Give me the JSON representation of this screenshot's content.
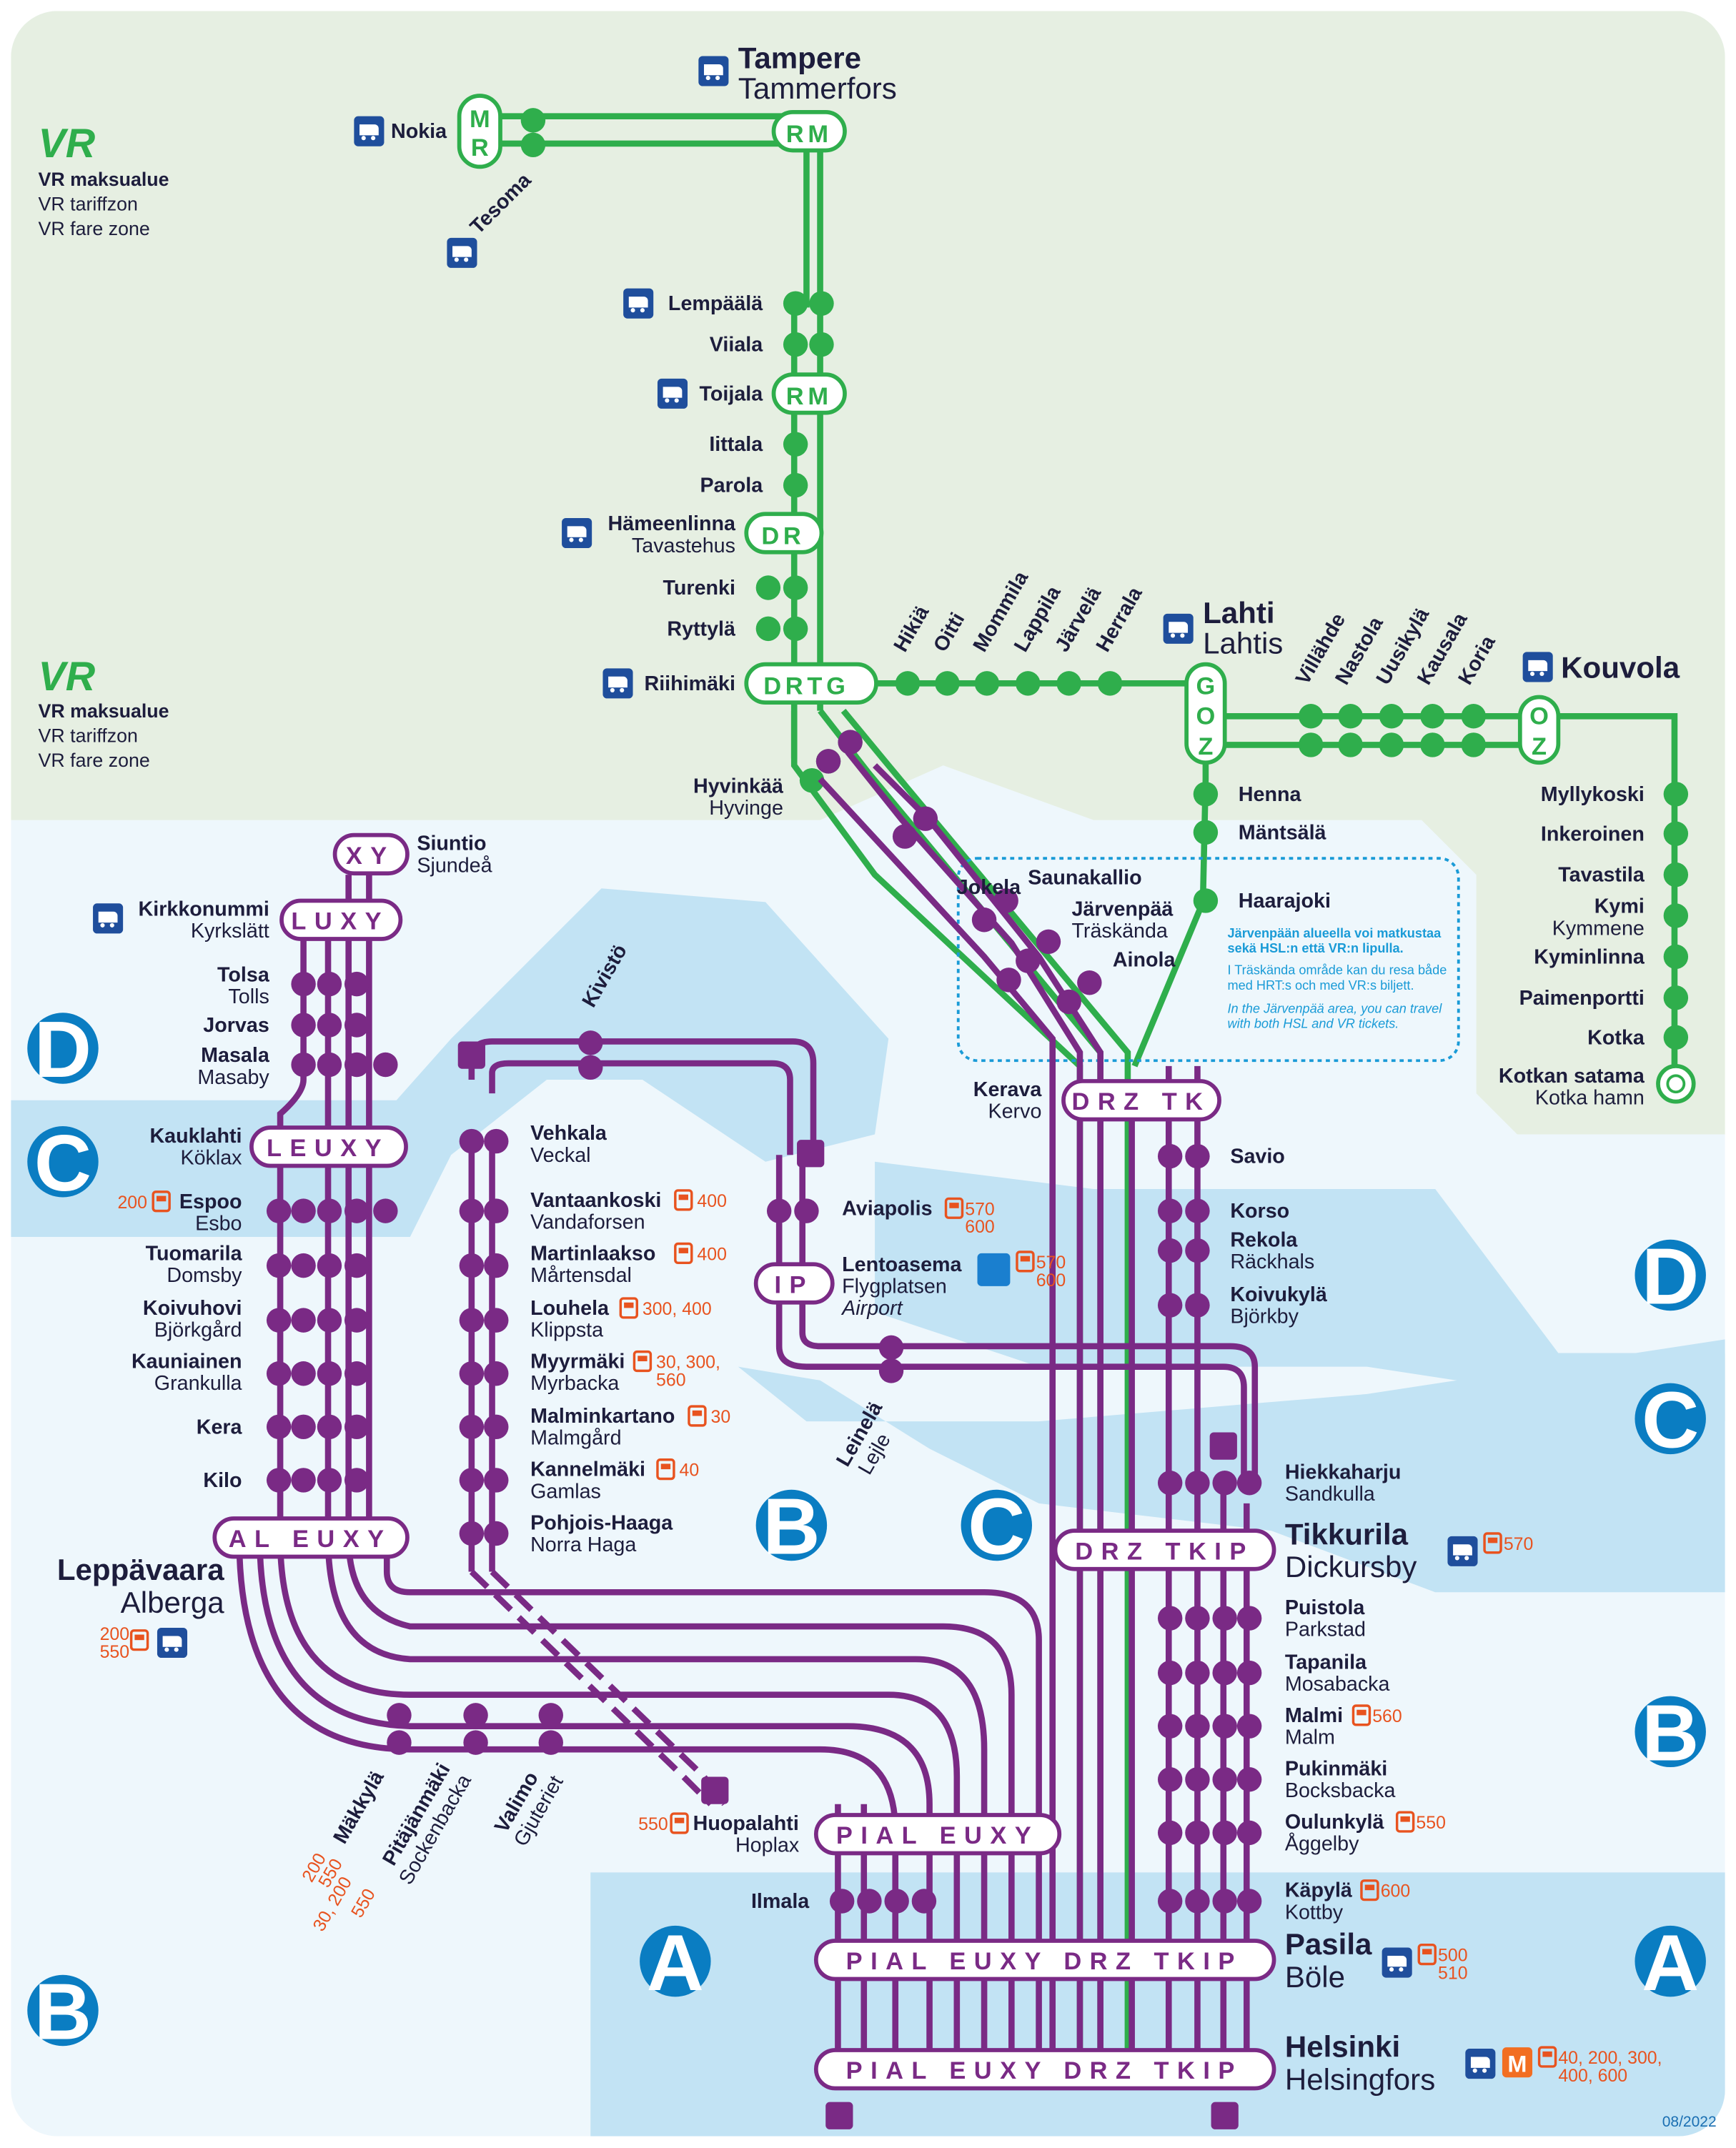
{
  "vr_legend": {
    "brand": "VR",
    "line1": "VR maksualue",
    "line2": "VR tariffzon",
    "line3": "VR fare zone"
  },
  "zones": {
    "a": "A",
    "b": "B",
    "c": "C",
    "d": "D"
  },
  "green": {
    "tampere": {
      "fi": "Tampere",
      "sv": "Tammerfors"
    },
    "nokia": "Nokia",
    "tesoma": "Tesoma",
    "lempaala": "Lempäälä",
    "viiala": "Viiala",
    "toijala": "Toijala",
    "iittala": "Iittala",
    "parola": "Parola",
    "hameenlinna": {
      "fi": "Hämeenlinna",
      "sv": "Tavastehus"
    },
    "turenki": "Turenki",
    "ryttyla": "Ryttylä",
    "riihimaki": "Riihimäki",
    "hyvinkaa": {
      "fi": "Hyvinkää",
      "sv": "Hyvinge"
    },
    "hikia": "Hikiä",
    "oitti": "Oitti",
    "mommila": "Mommila",
    "lappila": "Lappila",
    "jarvela": "Järvelä",
    "herrala": "Herrala",
    "lahti": {
      "fi": "Lahti",
      "sv": "Lahtis"
    },
    "villahde": "Villähde",
    "nastola": "Nastola",
    "uusikyla": "Uusikylä",
    "kausala": "Kausala",
    "koria": "Koria",
    "kouvola": "Kouvola",
    "henna": "Henna",
    "mantsala": "Mäntsälä",
    "haarajoki": "Haarajoki",
    "myllykoski": "Myllykoski",
    "inkeroinen": "Inkeroinen",
    "tavastila": "Tavastila",
    "kymi": {
      "fi": "Kymi",
      "sv": "Kymmene"
    },
    "kyminlinna": "Kyminlinna",
    "paimenportti": "Paimenportti",
    "kotka": "Kotka",
    "kotkan_satama": {
      "fi": "Kotkan satama",
      "sv": "Kotka hamn"
    }
  },
  "north": {
    "jokela": "Jokela",
    "saunakallio": "Saunakallio",
    "jarvenpaa": {
      "fi": "Järvenpää",
      "sv": "Träskända"
    },
    "ainola": "Ainola",
    "note": {
      "fi1": "Järvenpään alueella voi matkustaa",
      "fi2": "sekä HSL:n että VR:n lipulla.",
      "sv1": "I Träskända område kan du resa både",
      "sv2": "med HRT:s och med VR:s biljett.",
      "en1": "In the Järvenpää area, you can travel",
      "en2": "with both HSL and VR tickets."
    },
    "kerava": {
      "fi": "Kerava",
      "sv": "Kervo"
    },
    "savio": "Savio",
    "korso": "Korso",
    "rekola": {
      "fi": "Rekola",
      "sv": "Räckhals"
    },
    "koivukyla": {
      "fi": "Koivukylä",
      "sv": "Björkby"
    },
    "hiekkaharju": {
      "fi": "Hiekkaharju",
      "sv": "Sandkulla"
    },
    "tikkurila": {
      "fi": "Tikkurila",
      "sv": "Dickursby",
      "bus": "570"
    },
    "puistola": {
      "fi": "Puistola",
      "sv": "Parkstad"
    },
    "tapanila": {
      "fi": "Tapanila",
      "sv": "Mosabacka"
    },
    "malmi": {
      "fi": "Malmi",
      "sv": "Malm",
      "bus": "560"
    },
    "pukinmaki": {
      "fi": "Pukinmäki",
      "sv": "Bocksbacka"
    },
    "oulunkyla": {
      "fi": "Oulunkylä",
      "sv": "Åggelby",
      "bus": "550"
    },
    "kapyla": {
      "fi": "Käpylä",
      "sv": "Kottby",
      "bus": "600"
    },
    "pasila": {
      "fi": "Pasila",
      "sv": "Böle",
      "bus1": "500",
      "bus2": "510"
    },
    "helsinki": {
      "fi": "Helsinki",
      "sv": "Helsingfors",
      "bus1": "40, 200, 300,",
      "bus2": "400, 600"
    }
  },
  "ring": {
    "kivisto": "Kivistö",
    "vehkala": {
      "fi": "Vehkala",
      "sv": "Veckal"
    },
    "vantaankoski": {
      "fi": "Vantaankoski",
      "sv": "Vandaforsen",
      "bus": "400"
    },
    "martinlaakso": {
      "fi": "Martinlaakso",
      "sv": "Mårtensdal",
      "bus": "400"
    },
    "louhela": {
      "fi": "Louhela",
      "sv": "Klippsta",
      "bus": "300, 400"
    },
    "myyrmaki": {
      "fi": "Myyrmäki",
      "sv": "Myrbacka",
      "bus1": "30, 300,",
      "bus2": "560"
    },
    "malminkartano": {
      "fi": "Malminkartano",
      "sv": "Malmgård",
      "bus": "30"
    },
    "kannelmaki": {
      "fi": "Kannelmäki",
      "sv": "Gamlas",
      "bus": "40"
    },
    "pohjoishaaga": {
      "fi": "Pohjois-Haaga",
      "sv": "Norra Haga"
    },
    "aviapolis": {
      "fi": "Aviapolis",
      "bus1": "570",
      "bus2": "600"
    },
    "lentoasema": {
      "fi": "Lentoasema",
      "sv": "Flygplatsen",
      "en": "Airport",
      "bus1": "570",
      "bus2": "600"
    },
    "leinela": {
      "fi": "Leinelä",
      "sv": "Lejle"
    },
    "huopalahti": {
      "fi": "Huopalahti",
      "sv": "Hoplax",
      "bus": "550"
    },
    "ilmala": "Ilmala"
  },
  "west": {
    "siuntio": {
      "fi": "Siuntio",
      "sv": "Sjundeå"
    },
    "kirkkonummi": {
      "fi": "Kirkkonummi",
      "sv": "Kyrkslätt"
    },
    "tolsa": {
      "fi": "Tolsa",
      "sv": "Tolls"
    },
    "jorvas": "Jorvas",
    "masala": {
      "fi": "Masala",
      "sv": "Masaby"
    },
    "kauklahti": {
      "fi": "Kauklahti",
      "sv": "Köklax"
    },
    "espoo": {
      "fi": "Espoo",
      "sv": "Esbo",
      "bus": "200"
    },
    "tuomarila": {
      "fi": "Tuomarila",
      "sv": "Domsby"
    },
    "koivuhovi": {
      "fi": "Koivuhovi",
      "sv": "Björkgård"
    },
    "kauniainen": {
      "fi": "Kauniainen",
      "sv": "Grankulla"
    },
    "kera": "Kera",
    "kilo": "Kilo",
    "leppavaara": {
      "fi": "Leppävaara",
      "sv": "Alberga",
      "bus1": "200",
      "bus2": "550"
    },
    "makkyla": {
      "fi": "Mäkkylä",
      "bus1": "200",
      "bus2": "550"
    },
    "pitajanmaki": {
      "fi": "Pitäjänmäki",
      "sv": "Sockenbacka",
      "bus1": "30, 200",
      "bus2": "550"
    },
    "valimo": {
      "fi": "Valimo",
      "sv": "Gjuteriet"
    }
  },
  "date": "08/2022",
  "colors": {
    "hsl": "#7a2a85",
    "vr": "#2fae4c",
    "zoneBlue": "#0a7dc2",
    "lightBlue": "#c2e3f4",
    "paleBlue": "#e9f5fb",
    "vrGreenBg": "#e6efe2",
    "bus": "#e8531f"
  }
}
